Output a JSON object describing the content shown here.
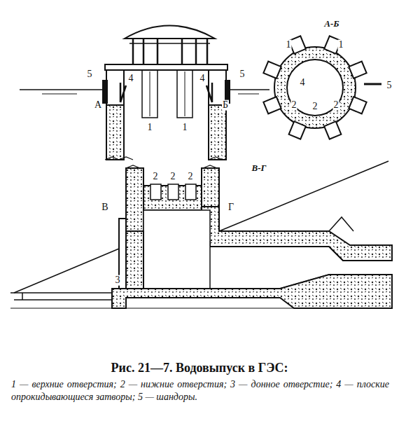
{
  "diagram": {
    "caption": "Рис. 21—7. Водовыпуск в ГЭС:",
    "labels": [
      "5",
      "4",
      "4",
      "5",
      "А",
      "Б",
      "1",
      "1",
      "А-Б",
      "1",
      "1",
      "4",
      "2",
      "2",
      "2",
      "5",
      "В-Г",
      "2",
      "2",
      "2",
      "В",
      "Г",
      "3",
      "1 — верхние отверстия; 2 — нижние отверстия; 3 — донное отверстие; 4 — плоские опрокидывающиеся затворы; 5 — шандоры."
    ]
  }
}
